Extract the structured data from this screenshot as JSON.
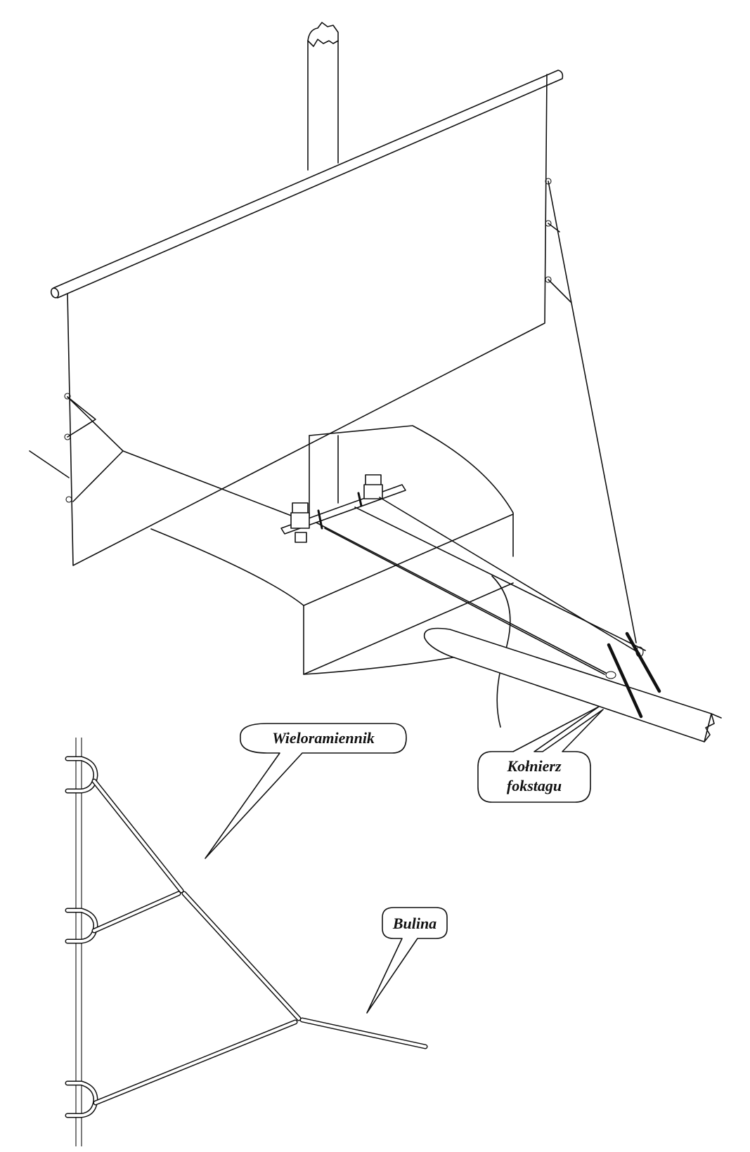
{
  "diagram": {
    "subject": "sail rigging illustration",
    "callouts": [
      {
        "id": "wieloramiennik",
        "lines": [
          "Wieloramiennik"
        ]
      },
      {
        "id": "kolnierz",
        "lines": [
          "Kołnierz",
          "fokstagu"
        ]
      },
      {
        "id": "bulina",
        "lines": [
          "Bulina"
        ]
      }
    ]
  }
}
